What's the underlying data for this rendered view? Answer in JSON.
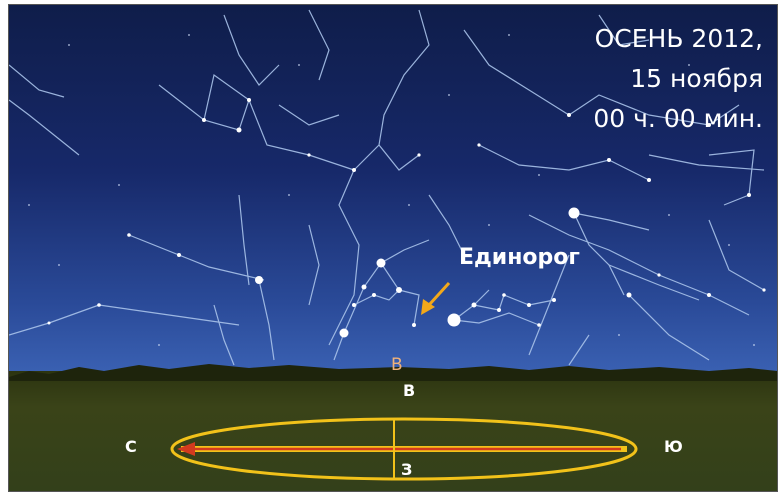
{
  "caption": {
    "line1": "ОСЕНЬ 2012,",
    "line2": "15 ноября",
    "line3": "00 ч. 00 мин."
  },
  "constellation_label": "Единорог",
  "horizon_marker": "В",
  "compass": {
    "top": "В",
    "left": "С",
    "right": "Ю",
    "bottom": "З"
  },
  "colors": {
    "sky_top": "#0f1d4a",
    "sky_bottom": "#3b62b4",
    "ground": "#3a4318",
    "ellipse": "#f2c21a",
    "arrow": "#d23a1e",
    "pointer_arrow": "#f2a81a",
    "horizon_marker": "#f0b27a"
  }
}
